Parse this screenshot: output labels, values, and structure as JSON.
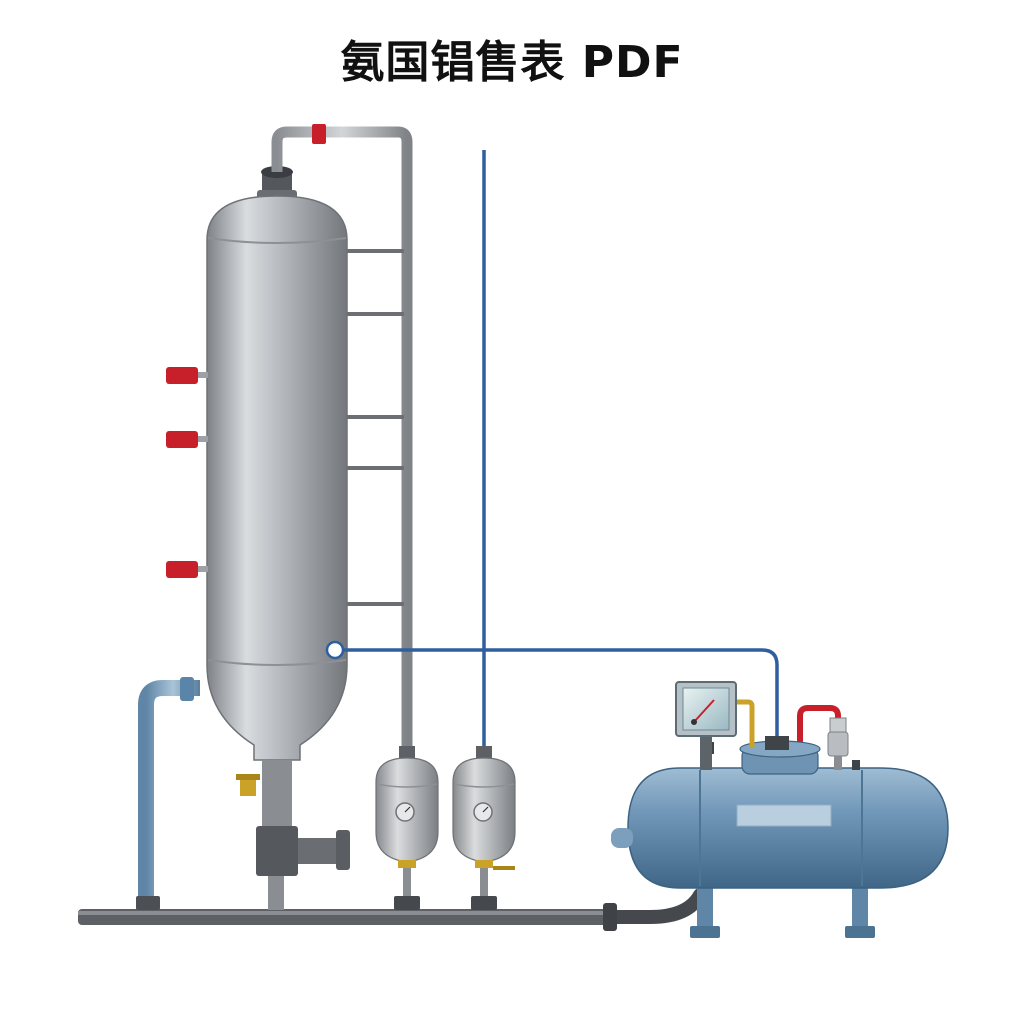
{
  "title": "氨国锠售表 PDF",
  "components": [
    {
      "name": "vertical-column-tank",
      "color": "#a9adb2"
    },
    {
      "name": "accumulator-1",
      "color": "#a7abb0"
    },
    {
      "name": "accumulator-2",
      "color": "#a7abb0"
    },
    {
      "name": "horizontal-receiver-tank",
      "color": "#6f93b3"
    },
    {
      "name": "pressure-gauge"
    },
    {
      "name": "piping-network"
    }
  ],
  "colors": {
    "steel": "#a9adb2",
    "steel_dark": "#7d8185",
    "blue_tank": "#6f93b3",
    "blue_line": "#2f5f9e",
    "valve_red": "#c8202a",
    "brass": "#c9a227",
    "pipe_dark": "#55595d",
    "pipe_blue": "#7fa3bf"
  }
}
